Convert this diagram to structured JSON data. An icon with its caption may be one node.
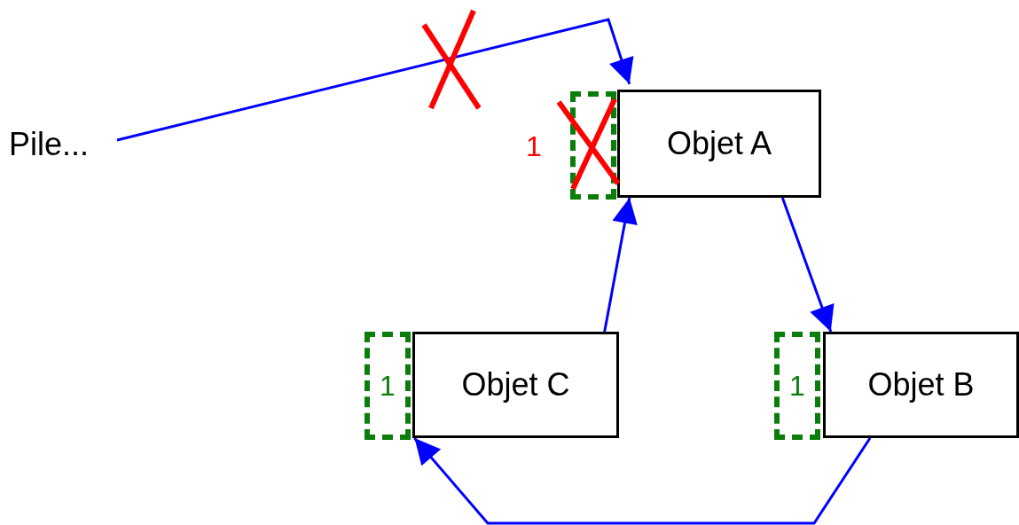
{
  "diagram": {
    "nodes": [
      {
        "text": [
          "Pile..."
        ]
      },
      {
        "text": [
          "Objet A"
        ]
      },
      {
        "text": [],
        "shape": "box",
        "beside": [
          "1"
        ]
      },
      {
        "text": [
          "Objet C"
        ]
      },
      {
        "text": [
          "1"
        ]
      },
      {
        "text": [
          "Objet B"
        ]
      },
      {
        "text": [
          "1"
        ]
      }
    ],
    "edges": [
      {
        "from": 0,
        "to": 1,
        "arrow": "to"
      },
      {
        "from": 1,
        "to": 5,
        "arrow": "to"
      },
      {
        "from": 3,
        "to": 1,
        "arrow": "to"
      },
      {
        "from": 5,
        "to": 3,
        "arrow": "to"
      }
    ]
  }
}
